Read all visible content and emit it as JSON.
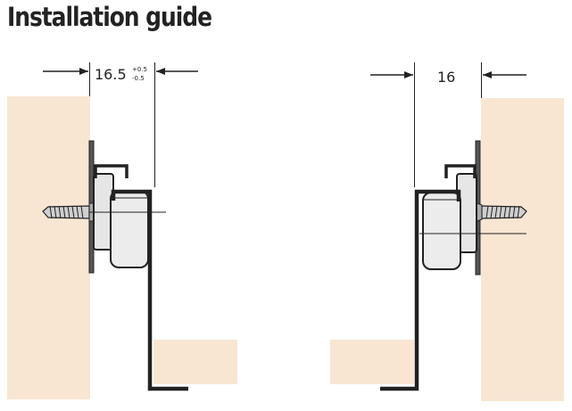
{
  "title": "Installation guide",
  "left": {
    "dimension": "16.5",
    "tolerance_plus": "+0.5",
    "tolerance_minus": "-0.5"
  },
  "right": {
    "dimension": "16"
  },
  "colors": {
    "wood": "#f8e6d3",
    "line": "#222222",
    "metal": "#e6e6e6",
    "dark_metal": "#555555"
  }
}
